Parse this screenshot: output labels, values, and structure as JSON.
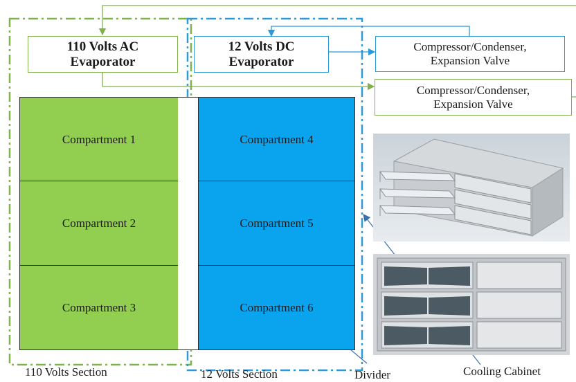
{
  "evaporators": {
    "ac": "110 Volts AC\nEvaporator",
    "dc": "12 Volts DC\nEvaporator"
  },
  "compressors": {
    "upper": "Compressor/Condenser,\nExpansion Valve",
    "lower": "Compressor/Condenser,\nExpansion Valve"
  },
  "compartments": [
    "Compartment 1",
    "Compartment 2",
    "Compartment 3",
    "Compartment 4",
    "Compartment 5",
    "Compartment 6"
  ],
  "labels": {
    "section_110": "110 Volts Section",
    "section_12": "12 Volts Section",
    "divider": "Divider",
    "cooling_cabinet": "Cooling Cabinet"
  },
  "colors": {
    "section_110": "#92cf50",
    "section_12": "#0aa3ee",
    "green_line": "#7fb24a",
    "blue_line": "#2b9ad6"
  }
}
